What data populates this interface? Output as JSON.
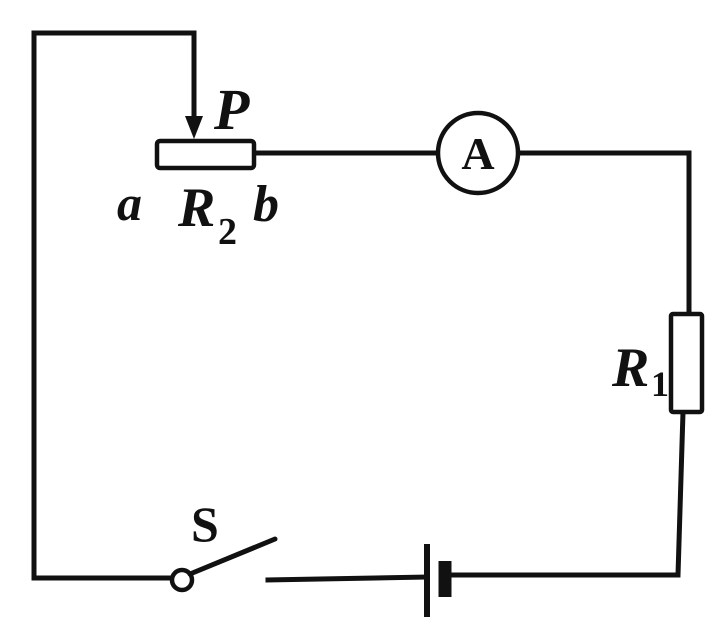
{
  "labels": {
    "slider": "P",
    "end_a": "a",
    "end_b": "b",
    "rheostat": "R",
    "rheostat_sub": "2",
    "resistor": "R",
    "resistor_sub": "1",
    "switch": "S",
    "ammeter": "A"
  }
}
